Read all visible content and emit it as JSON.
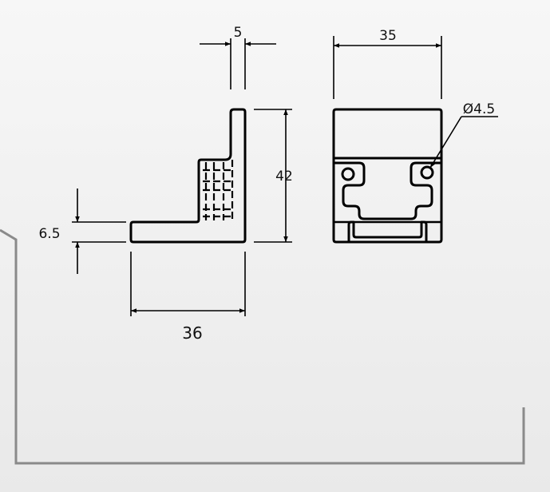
{
  "drawing": {
    "dimensions": {
      "wall_thickness": "5",
      "width": "35",
      "hole_diameter": "Ø4.5",
      "height": "42",
      "base_thickness": "6.5",
      "depth": "36"
    }
  },
  "colors": {
    "background": "#f3f3f3",
    "line": "#000000",
    "frame": "#8a8a8a"
  }
}
